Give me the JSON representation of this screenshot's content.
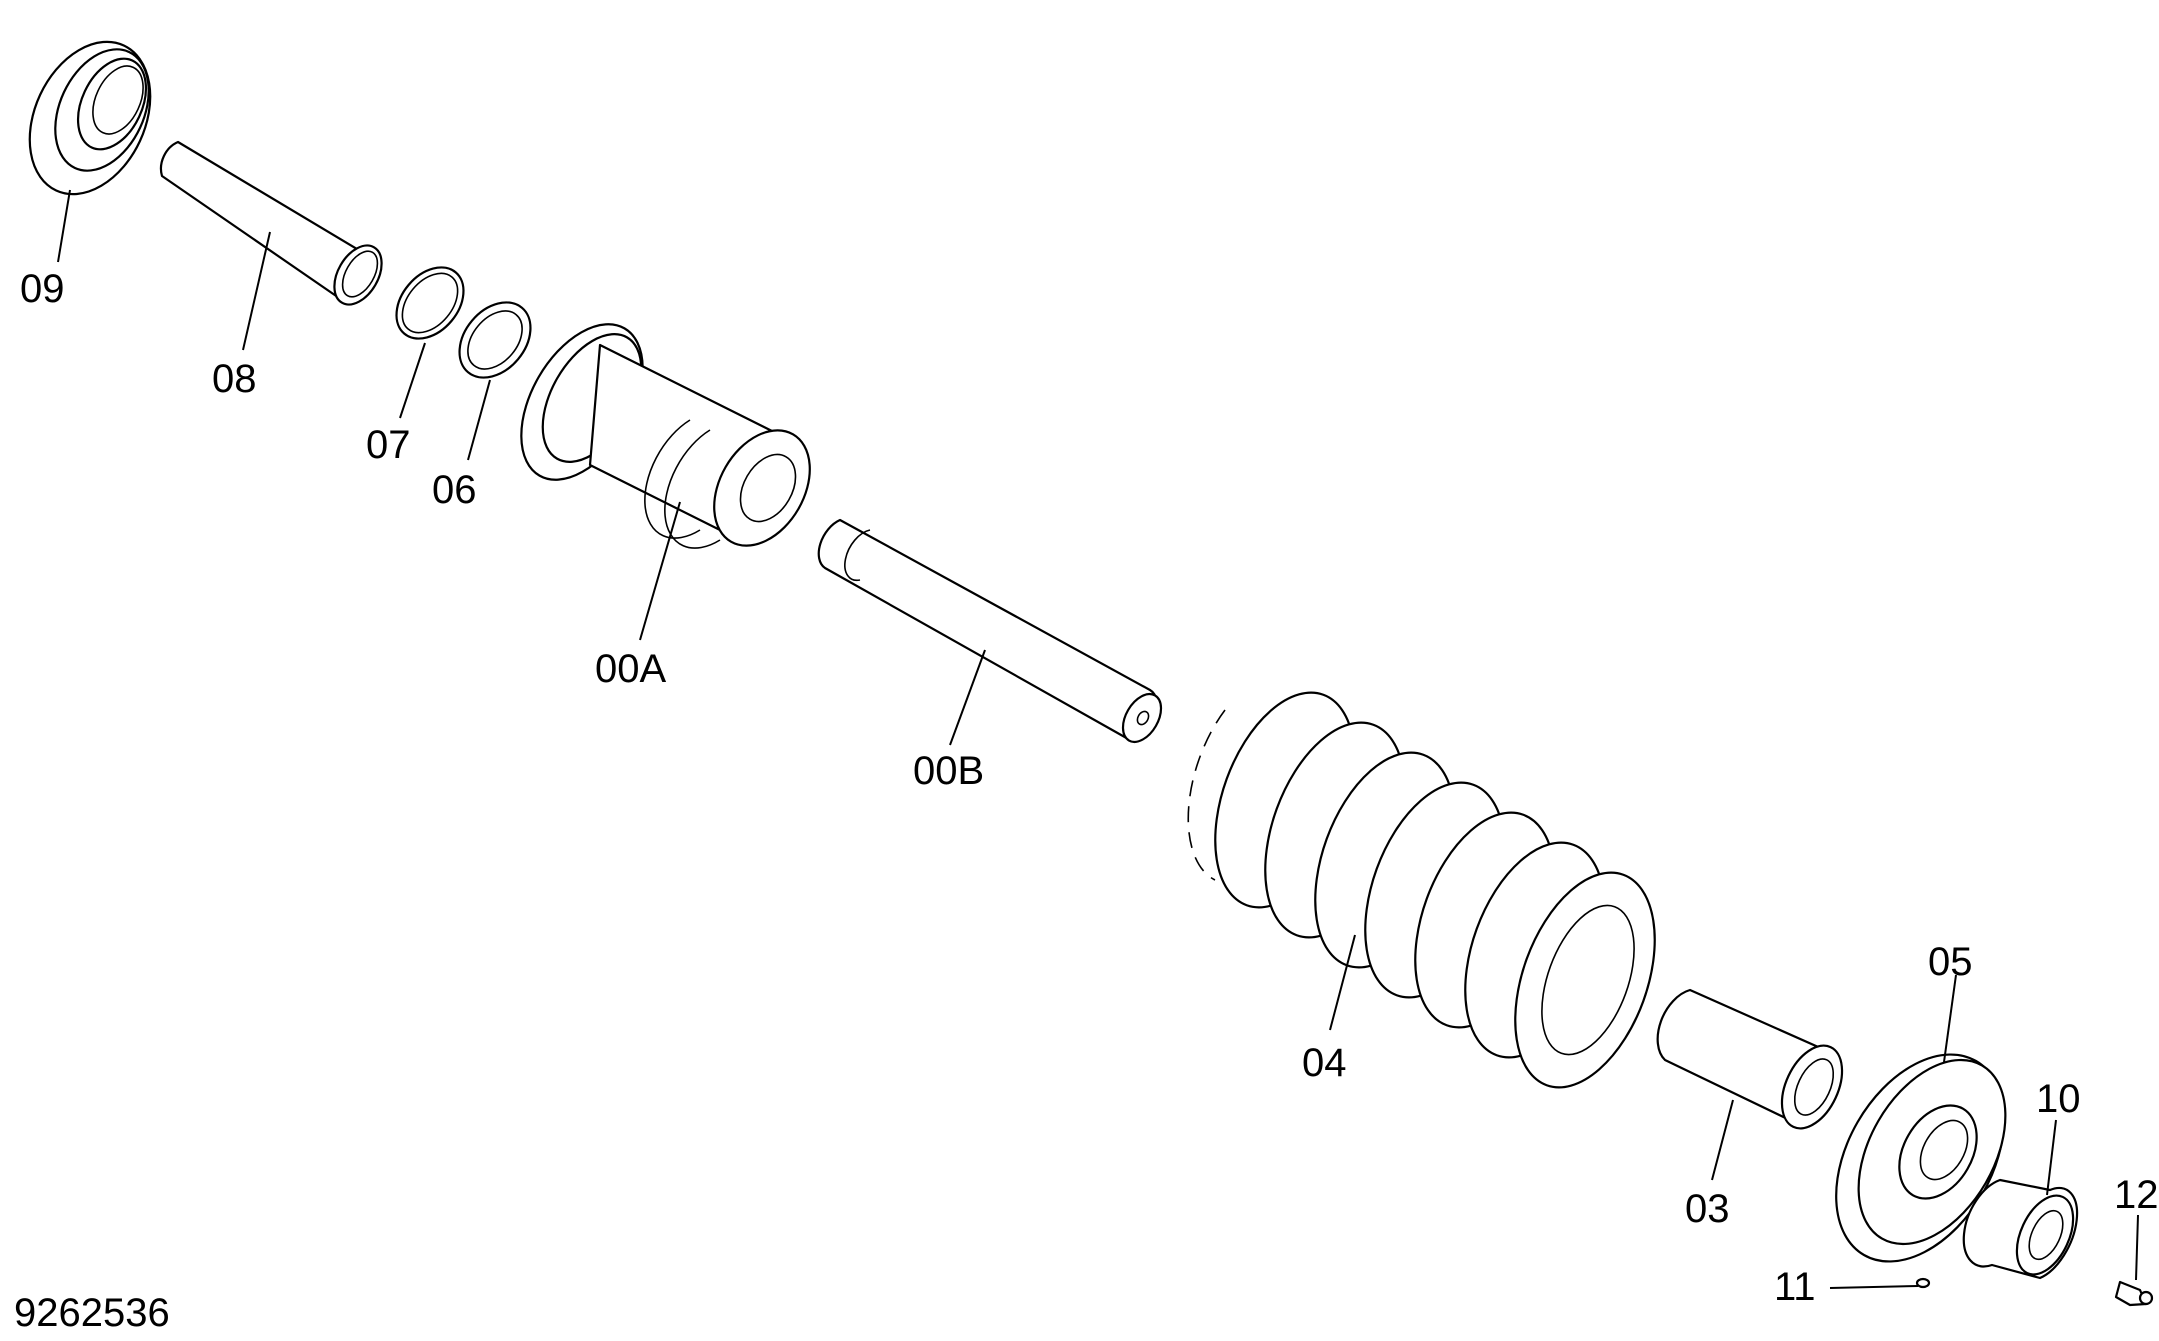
{
  "drawing_number": "9262536",
  "callouts": {
    "p09": "09",
    "p08": "08",
    "p07": "07",
    "p06": "06",
    "p00A": "00A",
    "p00B": "00B",
    "p04": "04",
    "p05": "05",
    "p03": "03",
    "p10": "10",
    "p11": "11",
    "p12": "12"
  },
  "colors": {
    "line": "#000000",
    "background": "#ffffff"
  }
}
